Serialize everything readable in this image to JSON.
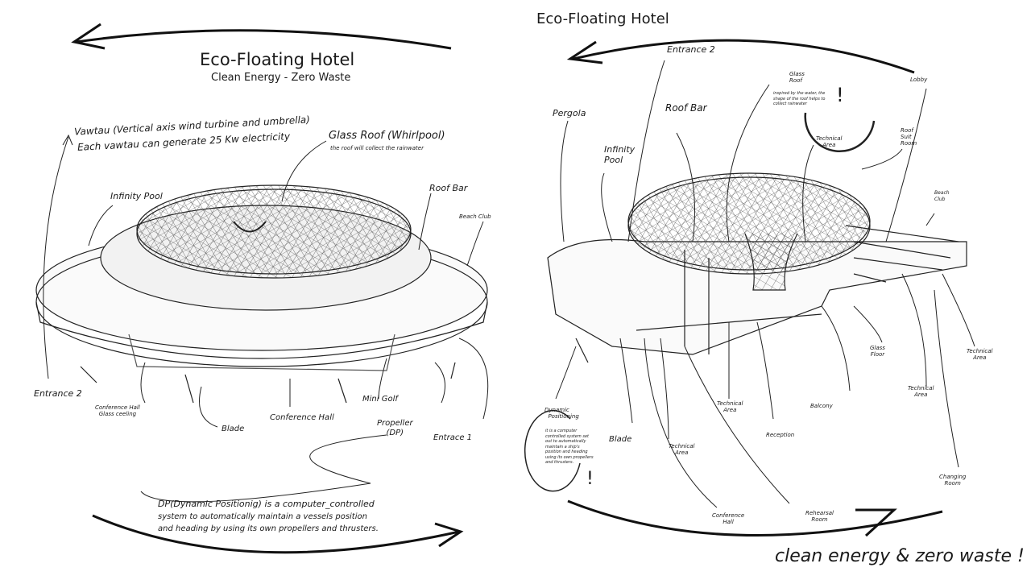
{
  "left_sheet": {
    "title": "Eco-Floating Hotel",
    "subtitle": "Clean Energy - Zero Waste",
    "vawtau_line1": "Vawtau (Vertical axis wind turbine and umbrella)",
    "vawtau_line2": "Each vawtau can generate 25 Kw electricity",
    "glass_roof": "Glass Roof (Whirlpool)",
    "glass_roof_note": "the roof will collect the rainwater",
    "infinity_pool": "Infinity Pool",
    "roof_bar": "Roof Bar",
    "beach_club": "Beach Club",
    "entrance_2": "Entrance 2",
    "conference_glass_1": "Conference Hall",
    "conference_glass_2": "Glass ceeling",
    "blade": "Blade",
    "conference_hall": "Conference Hall",
    "mini_golf": "Mini Golf",
    "propeller_1": "Propeller",
    "propeller_2": "(DP)",
    "entrance_1": "Entrace 1",
    "dp_line1": "DP(Dynamic Positionig) is a computer_controlled",
    "dp_line2": "system to automatically maintain a vessels position",
    "dp_line3": "and heading by using its own propellers and thrusters."
  },
  "right_sheet": {
    "title": "Eco-Floating Hotel",
    "entrance_2": "Entrance 2",
    "pergola": "Pergola",
    "roof_bar": "Roof Bar",
    "infinity_pool_1": "Infinity",
    "infinity_pool_2": "Pool",
    "glass_roof_1": "Glass",
    "glass_roof_2": "Roof",
    "glass_roof_note": "inspired by the water, the shape of the roof helps to collect rainwater",
    "exclaim": "!",
    "lobby": "Lobby",
    "technical_area_top_1": "Technical",
    "technical_area_top_2": "Area",
    "roof_suit_room_1": "Roof",
    "roof_suit_room_2": "Suit",
    "roof_suit_room_3": "Room",
    "beach_club_1": "Beach",
    "beach_club_2": "Club",
    "glass_floor_1": "Glass",
    "glass_floor_2": "Floor",
    "technical_area_r1_1": "Technical",
    "technical_area_r1_2": "Area",
    "technical_area_r2_1": "Technical",
    "technical_area_r2_2": "Area",
    "balcony": "Balcony",
    "technical_area_c_1": "Technical",
    "technical_area_c_2": "Area",
    "reception": "Reception",
    "dynamic_positioning_1": "Dynamic",
    "dynamic_positioning_2": "Positioning",
    "dp_note": "it is a computer controlled system set out to automatically maintain a ship's position and heading using its own propellers and thrusters.",
    "blade": "Blade",
    "technical_area_l_1": "Technical",
    "technical_area_l_2": "Area",
    "conference_hall_1": "Conference",
    "conference_hall_2": "Hall",
    "rehearsal_room_1": "Rehearsal",
    "rehearsal_room_2": "Room",
    "changing_room_1": "Changing",
    "changing_room_2": "Room",
    "slogan": "clean energy & zero waste !"
  }
}
